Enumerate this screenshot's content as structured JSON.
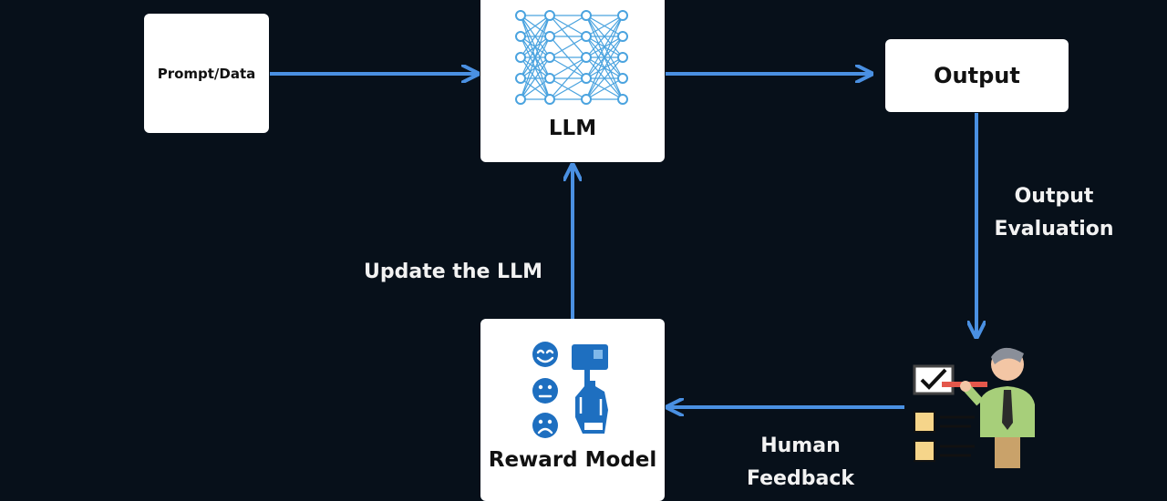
{
  "nodes": {
    "prompt": "Prompt/Data",
    "llm": "LLM",
    "output": "Output",
    "reward_model": "Reward Model"
  },
  "edges": {
    "output_evaluation": [
      "Output",
      "Evaluation"
    ],
    "update_llm": "Update the LLM",
    "human_feedback": [
      "Human",
      "Feedback"
    ]
  },
  "colors": {
    "background": "#07101a",
    "arrow": "#4a90e2",
    "box": "#ffffff",
    "text": "#f2f2f2",
    "icon_blue": "#1e6fc0"
  },
  "icons": [
    "neural-network-icon",
    "emotion-faces-icon",
    "hand-touch-icon",
    "human-evaluator-icon"
  ]
}
